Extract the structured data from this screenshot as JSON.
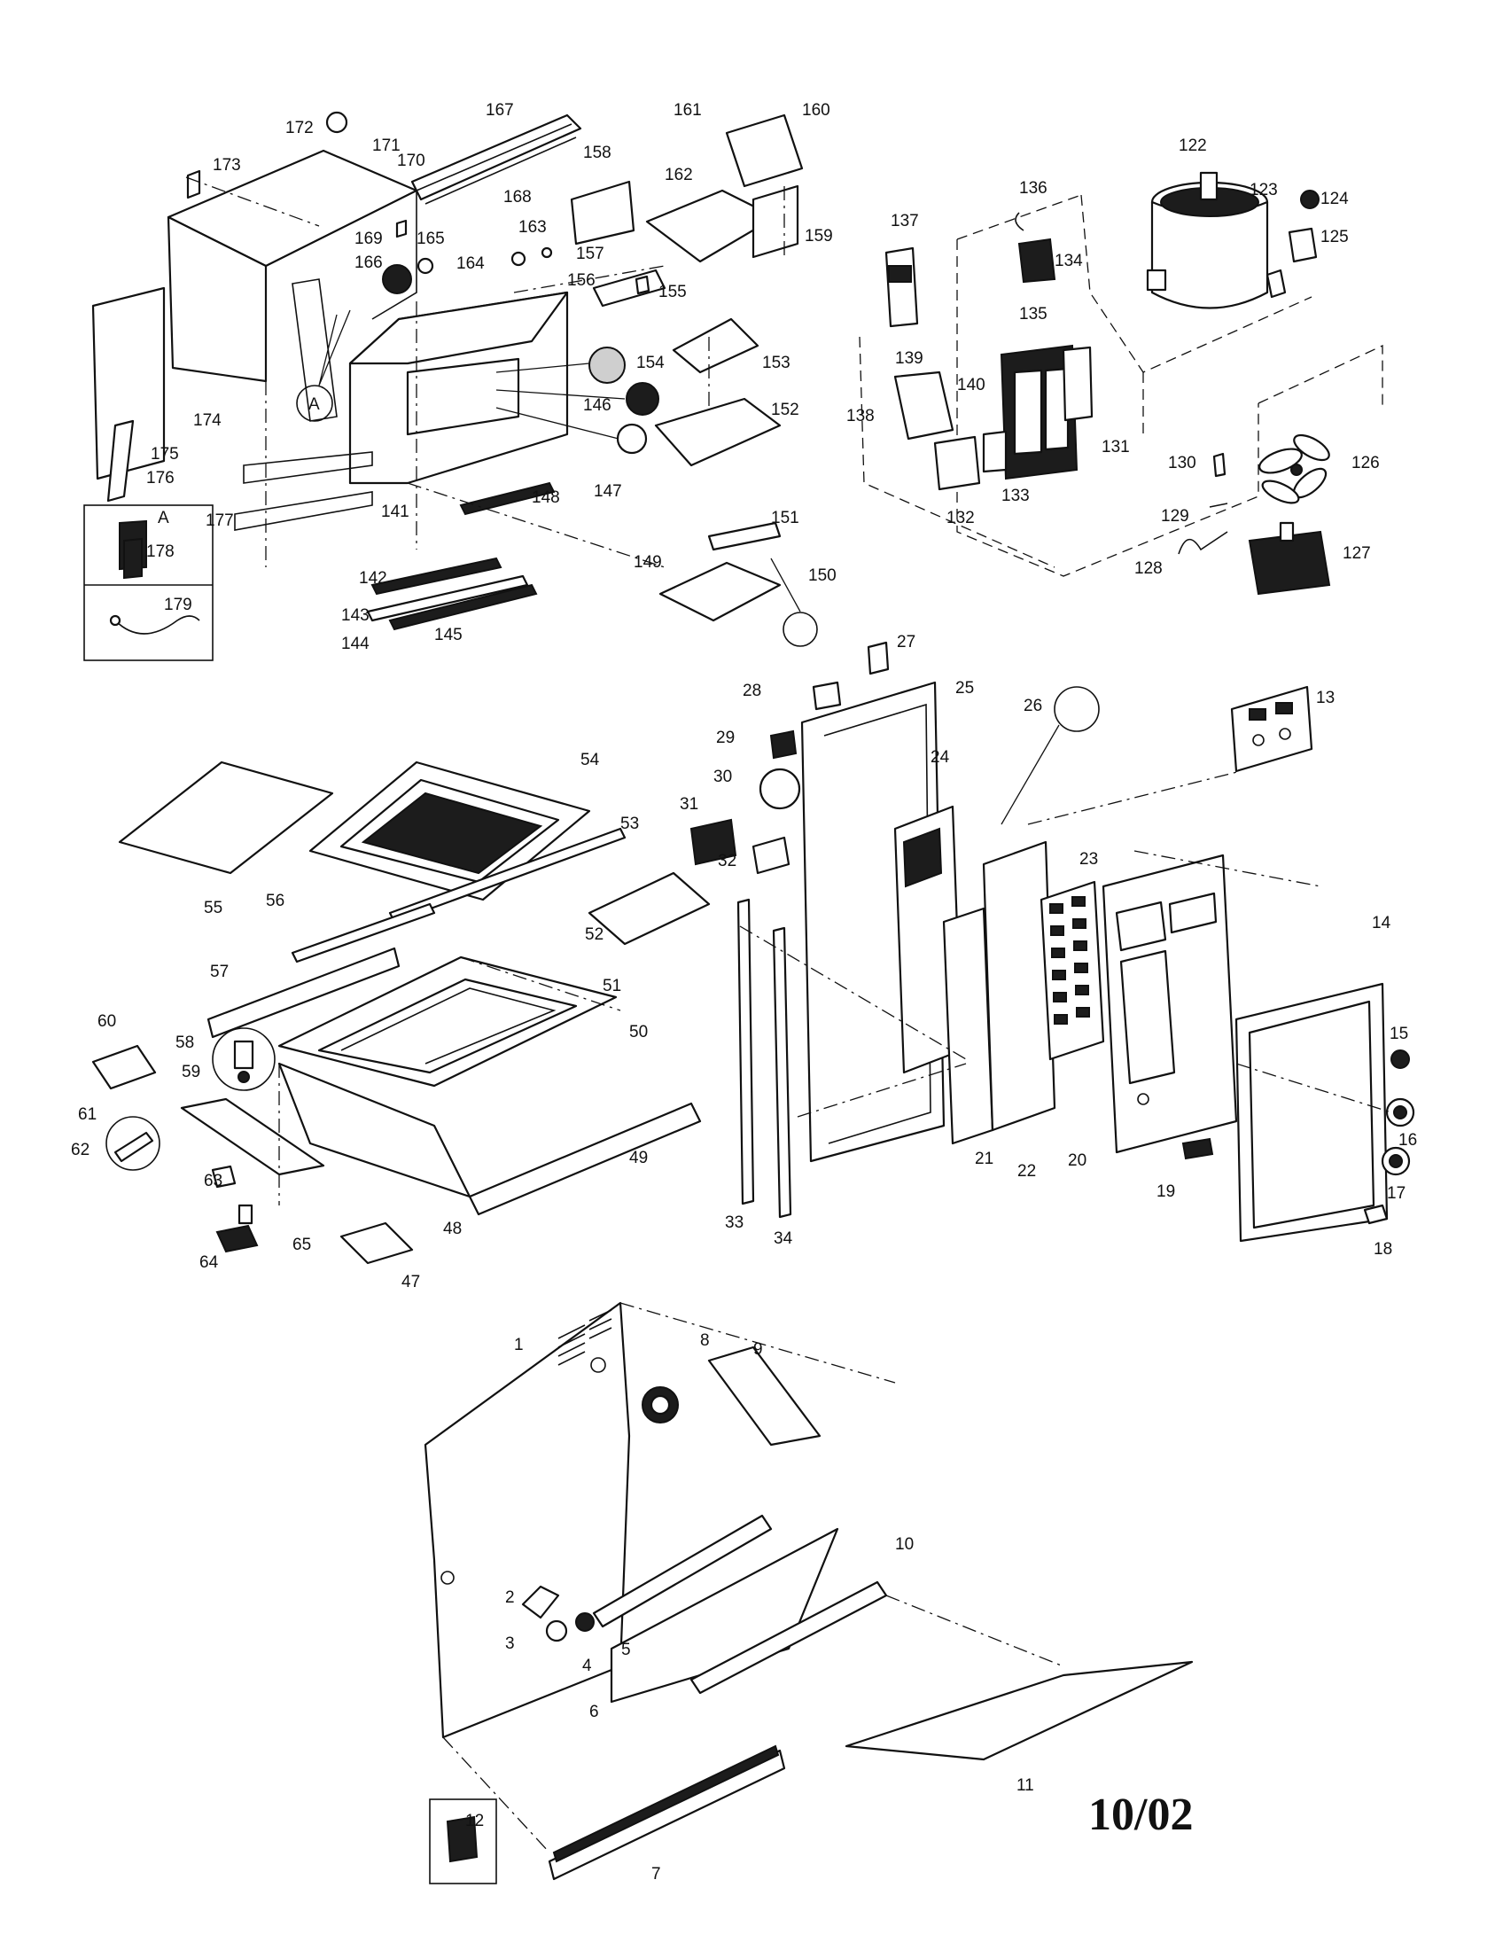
{
  "date_stamp": "10/02",
  "detail_marker": "A",
  "detail_box_marker": "A",
  "callouts": {
    "c1": "1",
    "c2": "2",
    "c3": "3",
    "c4": "4",
    "c5": "5",
    "c6": "6",
    "c7": "7",
    "c8": "8",
    "c9": "9",
    "c10": "10",
    "c11": "11",
    "c12": "12",
    "c13": "13",
    "c14": "14",
    "c15": "15",
    "c16": "16",
    "c17": "17",
    "c18": "18",
    "c19": "19",
    "c20": "20",
    "c21": "21",
    "c22": "22",
    "c23": "23",
    "c24": "24",
    "c25": "25",
    "c26": "26",
    "c27": "27",
    "c28": "28",
    "c29": "29",
    "c30": "30",
    "c31": "31",
    "c32": "32",
    "c33": "33",
    "c34": "34",
    "c47": "47",
    "c48": "48",
    "c49": "49",
    "c50": "50",
    "c51": "51",
    "c52": "52",
    "c53": "53",
    "c54": "54",
    "c55": "55",
    "c56": "56",
    "c57": "57",
    "c58": "58",
    "c59": "59",
    "c60": "60",
    "c61": "61",
    "c62": "62",
    "c63": "63",
    "c64": "64",
    "c65": "65",
    "c122": "122",
    "c123": "123",
    "c124": "124",
    "c125": "125",
    "c126": "126",
    "c127": "127",
    "c128": "128",
    "c129": "129",
    "c130": "130",
    "c131": "131",
    "c132": "132",
    "c133": "133",
    "c134": "134",
    "c135": "135",
    "c136": "136",
    "c137": "137",
    "c138": "138",
    "c139": "139",
    "c140": "140",
    "c141": "141",
    "c142": "142",
    "c143": "143",
    "c144": "144",
    "c145": "145",
    "c146": "146",
    "c147": "147",
    "c148": "148",
    "c149": "149",
    "c150": "150",
    "c151": "151",
    "c152": "152",
    "c153": "153",
    "c154": "154",
    "c155": "155",
    "c156": "156",
    "c157": "157",
    "c158": "158",
    "c159": "159",
    "c160": "160",
    "c161": "161",
    "c162": "162",
    "c163": "163",
    "c164": "164",
    "c165": "165",
    "c166": "166",
    "c167": "167",
    "c168": "168",
    "c169": "169",
    "c170": "170",
    "c171": "171",
    "c172": "172",
    "c173": "173",
    "c174": "174",
    "c175": "175",
    "c176": "176",
    "c177": "177",
    "c178": "178",
    "c179": "179"
  }
}
